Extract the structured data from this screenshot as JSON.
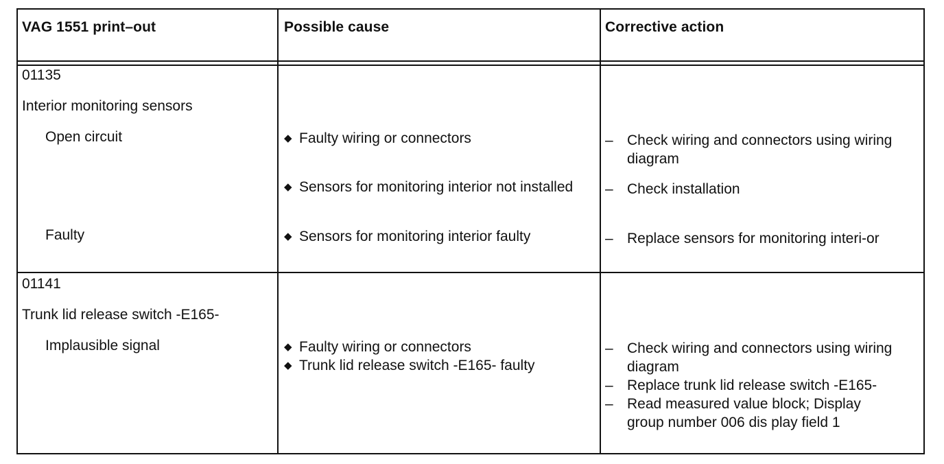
{
  "table": {
    "headers": {
      "printout": "VAG 1551 print–out",
      "cause": "Possible cause",
      "action": "Corrective action"
    },
    "rows": [
      {
        "code": "01135",
        "component": "Interior monitoring sensors",
        "faults": [
          {
            "type": "Open circuit",
            "causes": [
              "Faulty wiring or connectors"
            ],
            "actions": [
              "Check wiring and connectors using wiring diagram"
            ]
          },
          {
            "type": "",
            "causes": [
              "Sensors for monitoring interior not installed"
            ],
            "actions": [
              "Check installation"
            ]
          },
          {
            "type": "Faulty",
            "causes": [
              "Sensors for monitoring interior faulty"
            ],
            "actions": [
              "Replace sensors for monitoring interi-or"
            ]
          }
        ]
      },
      {
        "code": "01141",
        "component": "Trunk lid release switch -E165-",
        "faults": [
          {
            "type": "Implausible signal",
            "causes": [
              "Faulty wiring or connectors",
              "Trunk lid release switch -E165- faulty"
            ],
            "actions": [
              "Check wiring and connectors using wiring diagram",
              "Replace trunk lid release switch -E165-",
              "Read measured value block; Display group number 006 dis play field 1"
            ]
          }
        ]
      }
    ]
  },
  "markers": {
    "cause": "◆",
    "action": "–"
  }
}
